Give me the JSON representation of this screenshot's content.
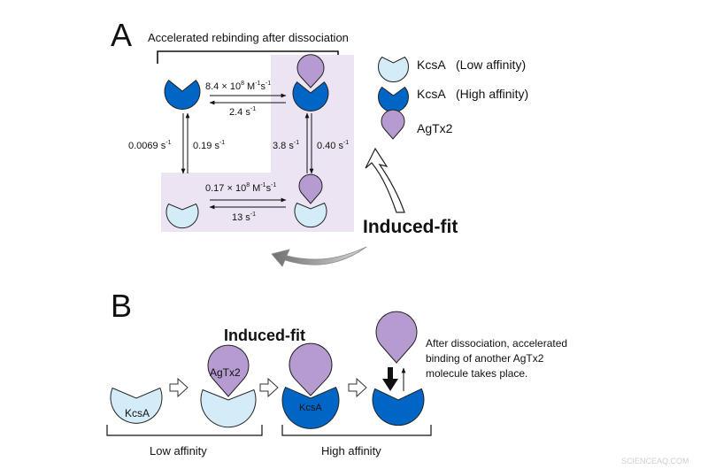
{
  "panel_a": {
    "letter": "A",
    "title": "Accelerated rebinding after dissociation",
    "rates": {
      "top_forward_coef": "8.4 × 10",
      "top_forward_exp": "8",
      "top_forward_unit": " M",
      "top_forward_unit_exp": "-1",
      "top_forward_unit_s": "s",
      "top_forward_unit_s_exp": "-1",
      "top_reverse": "2.4 s",
      "top_reverse_exp": "-1",
      "left_down": "0.0069 s",
      "left_down_exp": "-1",
      "left_up": "0.19 s",
      "left_up_exp": "-1",
      "right_up": "3.8 s",
      "right_up_exp": "-1",
      "right_down": "0.40 s",
      "right_down_exp": "-1",
      "bottom_forward_coef": "0.17 × 10",
      "bottom_forward_exp": "8",
      "bottom_forward_unit": " M",
      "bottom_forward_unit_exp": "-1",
      "bottom_forward_unit_s": "s",
      "bottom_forward_unit_s_exp": "-1",
      "bottom_reverse": "13 s",
      "bottom_reverse_exp": "-1"
    },
    "induced_fit": "Induced-fit",
    "legend": [
      {
        "name": "KcsA",
        "note": "(Low affinity)"
      },
      {
        "name": "KcsA",
        "note": "(High affinity)"
      },
      {
        "name": "AgTx2",
        "note": ""
      }
    ]
  },
  "panel_b": {
    "letter": "B",
    "induced_fit": "Induced-fit",
    "kcsa_label_1": "KcsA",
    "agtx2_label": "AgTx2",
    "kcsa_label_2": "KcsA",
    "note_lines": [
      "After dissociation, accelerated",
      "binding of another AgTx2",
      "molecule takes place."
    ],
    "low_affinity": "Low affinity",
    "high_affinity": "High affinity"
  },
  "watermark": "SCIENCEAQ.COM",
  "colors": {
    "low_fill": "#d4ecf7",
    "high_fill": "#0066c6",
    "agtx2_fill": "#b69bd0",
    "shade": "#ece4f2",
    "curve_arrow": "#bfbfbf"
  }
}
